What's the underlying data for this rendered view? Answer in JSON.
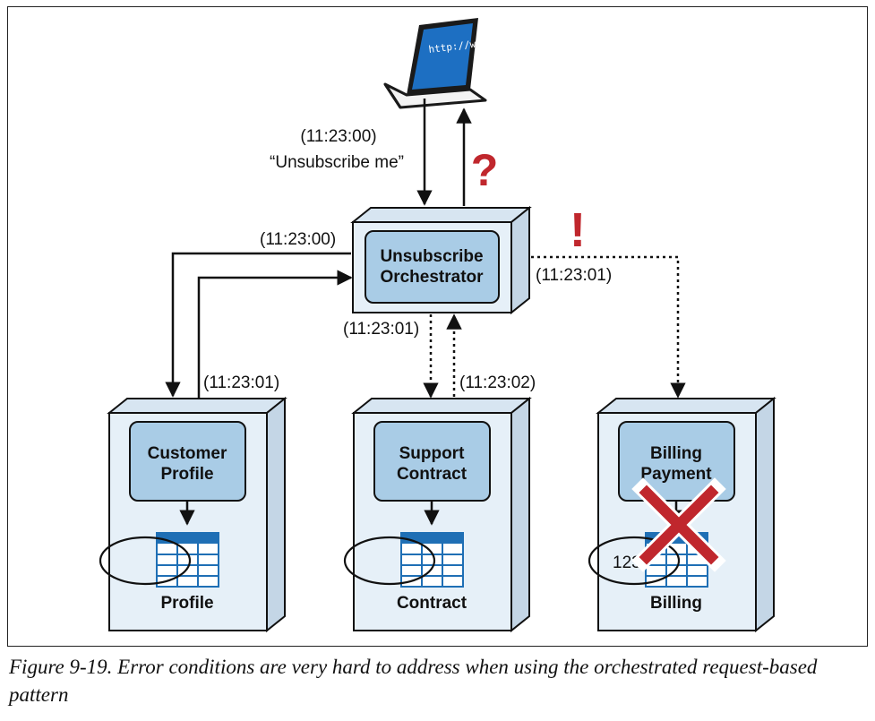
{
  "diagram": {
    "browser_text": "http://www",
    "labels": {
      "request_time": "(11:23:00)",
      "request_text": "“Unsubscribe me”",
      "profile_call_time": "(11:23:00)",
      "profile_reply_time": "(11:23:01)",
      "contract_call_time": "(11:23:01)",
      "contract_reply_time": "(11:23:02)",
      "billing_call_time": "(11:23:01)"
    },
    "marks": {
      "question": "?",
      "exclamation": "!"
    },
    "orchestrator": {
      "line1": "Unsubscribe",
      "line2": "Orchestrator"
    },
    "services": [
      {
        "line1": "Customer",
        "line2": "Profile",
        "db_label": "Profile",
        "db_value": "",
        "failed": false
      },
      {
        "line1": "Support",
        "line2": "Contract",
        "db_label": "Contract",
        "db_value": "",
        "failed": false
      },
      {
        "line1": "Billing",
        "line2": "Payment",
        "db_label": "Billing",
        "db_value": "123",
        "failed": true
      }
    ],
    "colors": {
      "box_fill": "#e6f0f8",
      "box_top": "#d7e5f1",
      "box_side": "#c4d6e6",
      "service_fill": "#a9cce6",
      "table_blue": "#1f6fb5",
      "error_red": "#c0272d",
      "screen_blue": "#1d6fc2"
    },
    "icons": {
      "client": "laptop-icon",
      "database": "table-icon",
      "failure": "red-x-icon"
    }
  },
  "caption": "Figure 9-19. Error conditions are very hard to address when using the orchestrated request-based pattern"
}
